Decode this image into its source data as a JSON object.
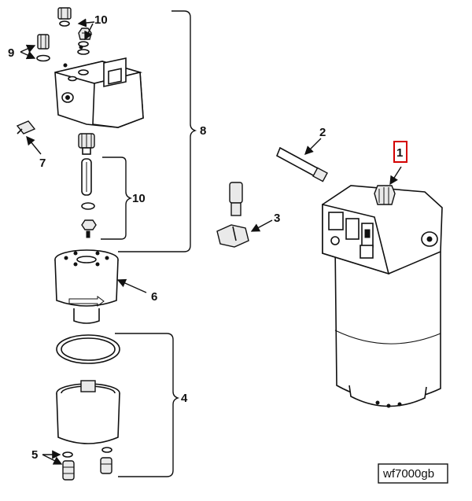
{
  "callouts": {
    "c1": "1",
    "c2": "2",
    "c3": "3",
    "c4": "4",
    "c5": "5",
    "c6": "6",
    "c7": "7",
    "c8": "8",
    "c9": "9",
    "c10_top": "10",
    "c10_mid": "10"
  },
  "figure_code": "wf7000gb",
  "colors": {
    "line": "#111111",
    "highlight": "#d40000",
    "background": "#ffffff"
  }
}
